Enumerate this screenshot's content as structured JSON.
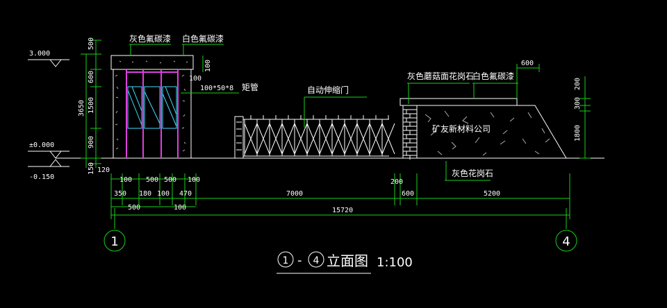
{
  "drawing": {
    "title_prefix": "1",
    "title_dash": "-",
    "title_suffix": "4",
    "title_text": "立面图",
    "scale": "1:100"
  },
  "axes": {
    "left": "1",
    "right": "4"
  },
  "levels": {
    "top": "3.000",
    "zero": "±0.000",
    "bottom": "-0.150"
  },
  "labels": {
    "gray_paint": "灰色氟碳漆",
    "white_paint": "白色氟碳漆",
    "rect_tube": "矩管",
    "tube_spec": "100*50*8",
    "auto_gate": "自动伸缩门",
    "gray_granite_mush": "灰色蘑菇面花岗石",
    "white_paint2": "白色氟碳漆",
    "company": "矿友新材料公司",
    "gray_granite": "灰色花岗石"
  },
  "dims": {
    "left_vertical": [
      "500",
      "600",
      "1500",
      "900",
      "150",
      "120"
    ],
    "total_height": "3650",
    "top_cap": "100",
    "right_vertical": [
      "200",
      "300",
      "1800"
    ],
    "top_right": "600",
    "mid_100": "100",
    "row1": [
      "100",
      "500",
      "500",
      "100"
    ],
    "row2": [
      "350",
      "180",
      "100",
      "470",
      "7000",
      "200",
      "600",
      "5200"
    ],
    "row3": [
      "500",
      "100"
    ],
    "total_width": "15720"
  },
  "colors": {
    "dim": "#19d219",
    "tube": "#e040e0",
    "glass": "#40e0ff",
    "text": "#ffffff",
    "bg": "#000000"
  }
}
